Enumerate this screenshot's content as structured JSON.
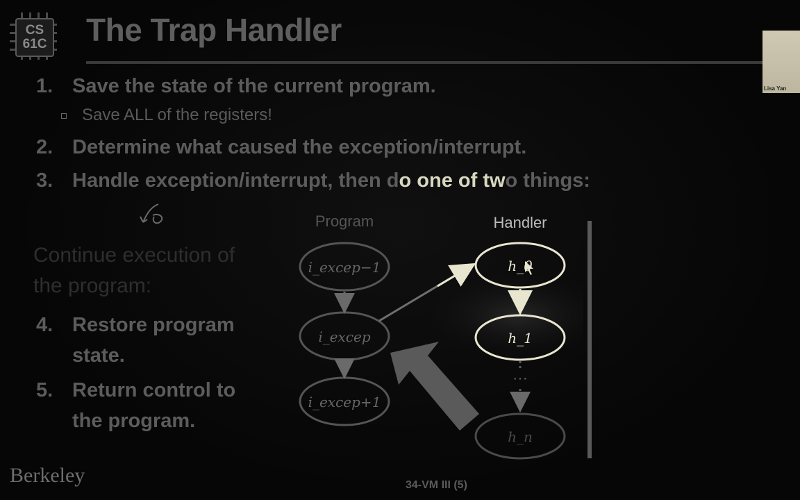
{
  "logo": {
    "line1": "CS",
    "line2": "61C"
  },
  "title": "The Trap Handler",
  "webcam": {
    "label": "Lisa Yan"
  },
  "steps": [
    {
      "num": "1.",
      "text": "Save the state of the current program."
    },
    {
      "num": "2.",
      "text": "Determine what caused the exception/interrupt."
    },
    {
      "num": "3.",
      "text_dim": "Handle exception/interrupt, then d",
      "text_hl": "o one of tw",
      "text_end": "o things:"
    }
  ],
  "sub_bullet": "Save ALL of the registers!",
  "continue": {
    "line1": "Continue execution of",
    "line2": "the program:"
  },
  "steps_left": [
    {
      "num": "4.",
      "line1": "Restore program",
      "line2": "state."
    },
    {
      "num": "5.",
      "line1": "Return control to",
      "line2": "the program."
    }
  ],
  "diagram": {
    "program_label": "Program",
    "handler_label": "Handler",
    "program_nodes": [
      "i_excep−1",
      "i_excep",
      "i_excep+1"
    ],
    "handler_nodes": [
      "h_0",
      "h_1",
      "⋯",
      "h_n"
    ]
  },
  "footer": {
    "brand": "Berkeley",
    "slide_id": "34-VM III (5)"
  },
  "colors": {
    "highlight": "#e8e6cf",
    "dim": "#5c5c5c",
    "arrow_annotation": "#6a6a6a"
  }
}
